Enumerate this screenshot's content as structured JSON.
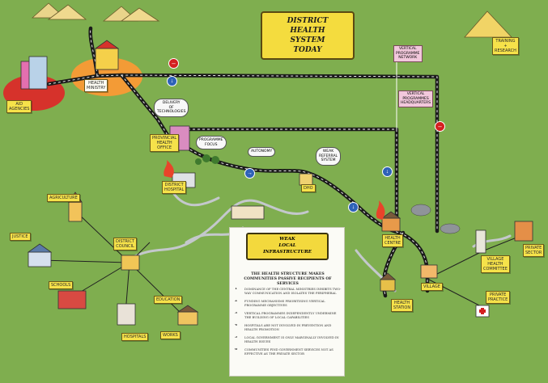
{
  "title": [
    "DISTRICT",
    "HEALTH",
    "SYSTEM",
    "TODAY"
  ],
  "book_title": [
    "WEAK",
    "LOCAL",
    "INFRASTRUCTURE"
  ],
  "panel_heading": "THE HEALTH STRUCTURE MAKES COMMUNITIES PASSIVE RECIPIENTS OF SERVICES",
  "legend": [
    {
      "num": "1",
      "text": "DOMINANCE OF THE CENTRAL MINISTRIES INHIBITS TWO-WAY COMMUNICATION AND ISOLATES THE PERIPHERAL HEALTH SERVICES AND THE COMMUNITY"
    },
    {
      "num": "2",
      "text": "FUNDING MECHANISMS PRIORITISING VERTICAL PROGRAMME OBJECTIVES"
    },
    {
      "num": "3",
      "text": "VERTICAL PROGRAMMES INDEPENDENTLY UNDERMINE THE BUILDING OF LOCAL CAPABILITIES"
    },
    {
      "num": "4",
      "text": "HOSPITALS ARE NOT INVOLVED IN PREVENTION AND HEALTH PROMOTION"
    },
    {
      "num": "5",
      "text": "LOCAL GOVERNMENT IS ONLY MARGINALLY INVOLVED IN HEALTH ISSUES"
    },
    {
      "num": "6",
      "text": "COMMUNITIES FIND GOVERNMENT SERVICES NOT AS EFFECTIVE AS THE PRIVATE SECTOR"
    }
  ],
  "signs": {
    "aid_agencies": "AID\nAGENCIES",
    "health_ministry": "HEALTH\nMINISTRY",
    "provincial_health_office": "PROVINCIAL\nHEALTH\nOFFICE",
    "district_health_office": "DHO",
    "health_centre": "HEALTH\nCENTRE",
    "health_station": "HEALTH\nSTATION",
    "village": "VILLAGE",
    "district_council": "DISTRICT\nCOUNCIL",
    "justice": "JUSTICE",
    "schools": "SCHOOLS",
    "agriculture": "AGRICULTURE",
    "education": "EDUCATION",
    "works": "WORKS",
    "hospitals": "HOSPITALS",
    "private_practice": "PRIVATE\nPRACTICE",
    "village_health_committee": "VILLAGE\nHEALTH\nCOMMITTEE",
    "private_sector": "PRIVATE\nSECTOR",
    "training_research": "TRAINING\n+\nRESEARCH",
    "district_hospital": "DISTRICT\nHOSPITAL"
  },
  "flags": {
    "vertical_programme": "VERTICAL\nPROGRAMME\nNETWORK",
    "vertical_programmes_hq": "VERTICAL\nPROGRAMMES\nHEADQUARTERS"
  },
  "notes": {
    "delivery": "DELIVERY\nOF\nTECHNOLOGIES",
    "programme": "PROGRAMME\nFOCUS",
    "autonomy": "AUTONOMY",
    "weak_referral": "WEAK\nREFERRAL\nSYSTEM"
  },
  "colors": {
    "grass": "#7fae4f",
    "road": "#1a1a1a",
    "sign": "#f6e24a",
    "title": "#f4dc3e",
    "no_entry": "#d42020",
    "arrow": "#2e62b8"
  }
}
